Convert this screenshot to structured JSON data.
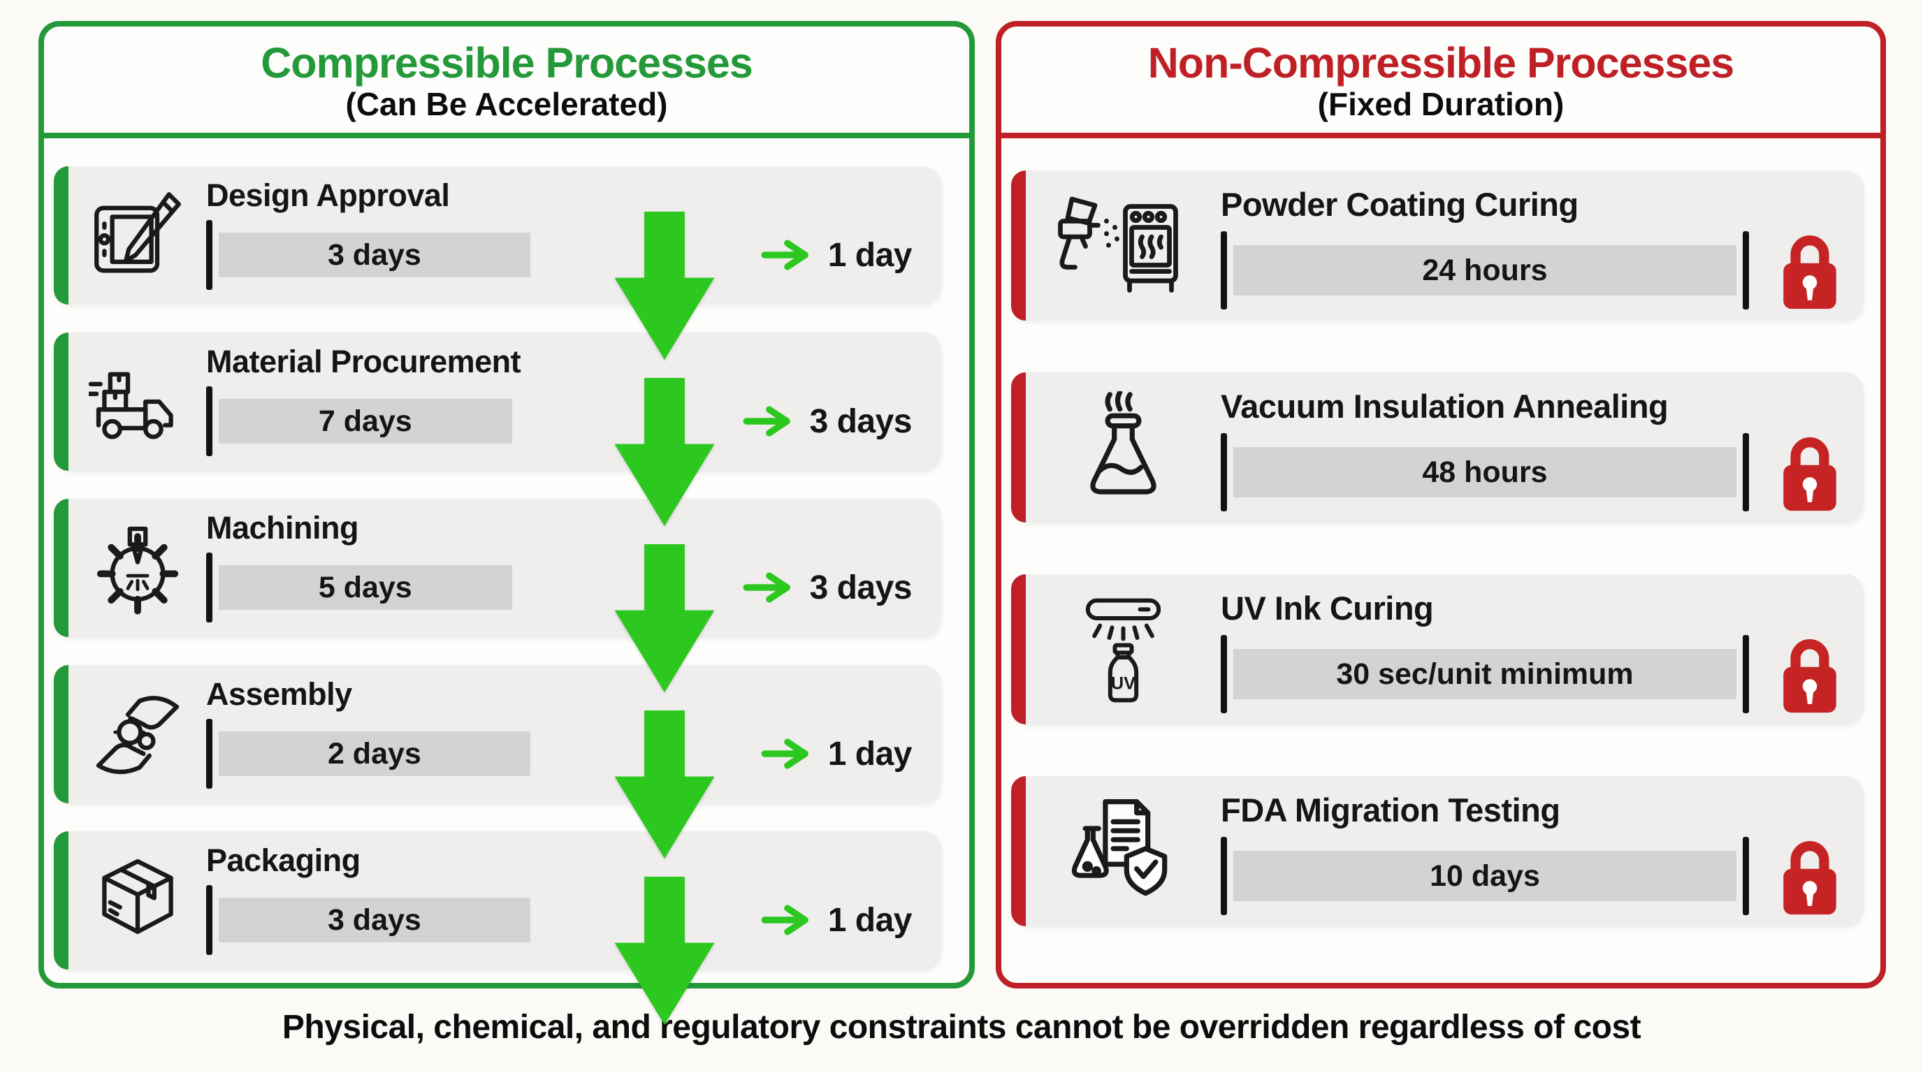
{
  "colors": {
    "green_accent": "#249939",
    "bright_green_arrow": "#2cc81f",
    "red_accent": "#bf2026",
    "lock_red": "#c62424",
    "card_background": "#efeeec",
    "bar_gray": "#d4d3d1",
    "text_ink": "#151515"
  },
  "left_panel": {
    "title": "Compressible Processes",
    "subtitle": "(Can Be Accelerated)",
    "rows": [
      {
        "label": "Design Approval",
        "duration": "3 days",
        "compressed": "1 day",
        "icon": "design-tablet-icon"
      },
      {
        "label": "Material Procurement",
        "duration": "7 days",
        "compressed": "3 days",
        "icon": "delivery-truck-icon"
      },
      {
        "label": "Machining",
        "duration": "5 days",
        "compressed": "3 days",
        "icon": "machining-gear-icon"
      },
      {
        "label": "Assembly",
        "duration": "2 days",
        "compressed": "1 day",
        "icon": "assembly-hands-icon"
      },
      {
        "label": "Packaging",
        "duration": "3 days",
        "compressed": "1 day",
        "icon": "package-box-icon"
      }
    ]
  },
  "right_panel": {
    "title": "Non-Compressible Processes",
    "subtitle": "(Fixed Duration)",
    "rows": [
      {
        "label": "Powder Coating Curing",
        "duration": "24 hours",
        "icon": "spray-gun-oven-icon"
      },
      {
        "label": "Vacuum Insulation Annealing",
        "duration": "48 hours",
        "icon": "flask-steam-icon"
      },
      {
        "label": "UV Ink Curing",
        "duration": "30 sec/unit minimum",
        "icon": "uv-lamp-bottle-icon",
        "icon_label": "UV"
      },
      {
        "label": "FDA Migration Testing",
        "duration": "10 days",
        "icon": "fda-shield-test-icon"
      }
    ]
  },
  "footer": {
    "caption": "Physical, chemical, and regulatory constraints cannot be overridden regardless of cost"
  }
}
